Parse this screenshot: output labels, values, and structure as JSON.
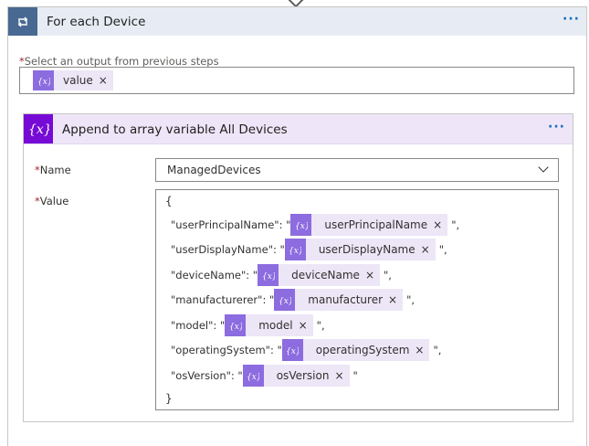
{
  "foreach": {
    "title": "For each Device",
    "more": "···",
    "select_label": "Select an output from previous steps",
    "required_mark": "*",
    "token": {
      "label": "value",
      "remove": "×",
      "icon": "{x}"
    }
  },
  "append": {
    "title": "Append to array variable All Devices",
    "more": "···",
    "icon": "{x}",
    "name_label": "Name",
    "name_value": "ManagedDevices",
    "value_label": "Value",
    "open_brace": "{",
    "close_brace": "}",
    "rows": [
      {
        "key": "\"userPrincipalName\": \"",
        "token": "userPrincipalName",
        "suffix": "\","
      },
      {
        "key": "\"userDisplayName\": \"",
        "token": "userDisplayName",
        "suffix": "\","
      },
      {
        "key": "\"deviceName\": \"",
        "token": "deviceName",
        "suffix": "\","
      },
      {
        "key": "\"manufacturerer\": \"",
        "token": "manufacturer",
        "suffix": "\","
      },
      {
        "key": "\"model\": \"",
        "token": "model",
        "suffix": "\","
      },
      {
        "key": "\"operatingSystem\": \"",
        "token": "operatingSystem",
        "suffix": "\","
      },
      {
        "key": "\"osVersion\": \"",
        "token": "osVersion",
        "suffix": "\""
      }
    ],
    "token_remove": "×",
    "token_icon": "{x}"
  }
}
